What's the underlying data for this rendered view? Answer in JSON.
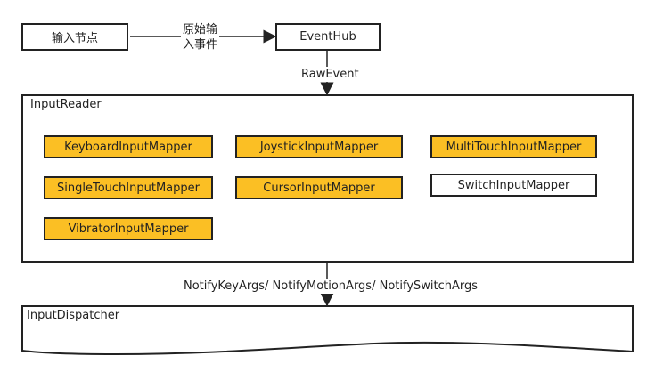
{
  "input_node": "输入节点",
  "raw_input_label": [
    "原始输",
    "入事件"
  ],
  "event_hub": "EventHub",
  "raw_event_label": "RawEvent",
  "input_reader": {
    "title": "InputReader",
    "mappers": [
      {
        "label": "KeyboardInputMapper",
        "highlight": true
      },
      {
        "label": "JoystickInputMapper",
        "highlight": true
      },
      {
        "label": "MultiTouchInputMapper",
        "highlight": true
      },
      {
        "label": "SingleTouchInputMapper",
        "highlight": true
      },
      {
        "label": "CursorInputMapper",
        "highlight": true
      },
      {
        "label": "SwitchInputMapper",
        "highlight": false
      },
      {
        "label": "VibratorInputMapper",
        "highlight": true
      }
    ]
  },
  "notify_label": "NotifyKeyArgs/ NotifyMotionArgs/ NotifySwitchArgs",
  "input_dispatcher": "InputDispatcher",
  "colors": {
    "highlight": "#fbbf24",
    "line": "#222222",
    "plain": "#ffffff"
  }
}
